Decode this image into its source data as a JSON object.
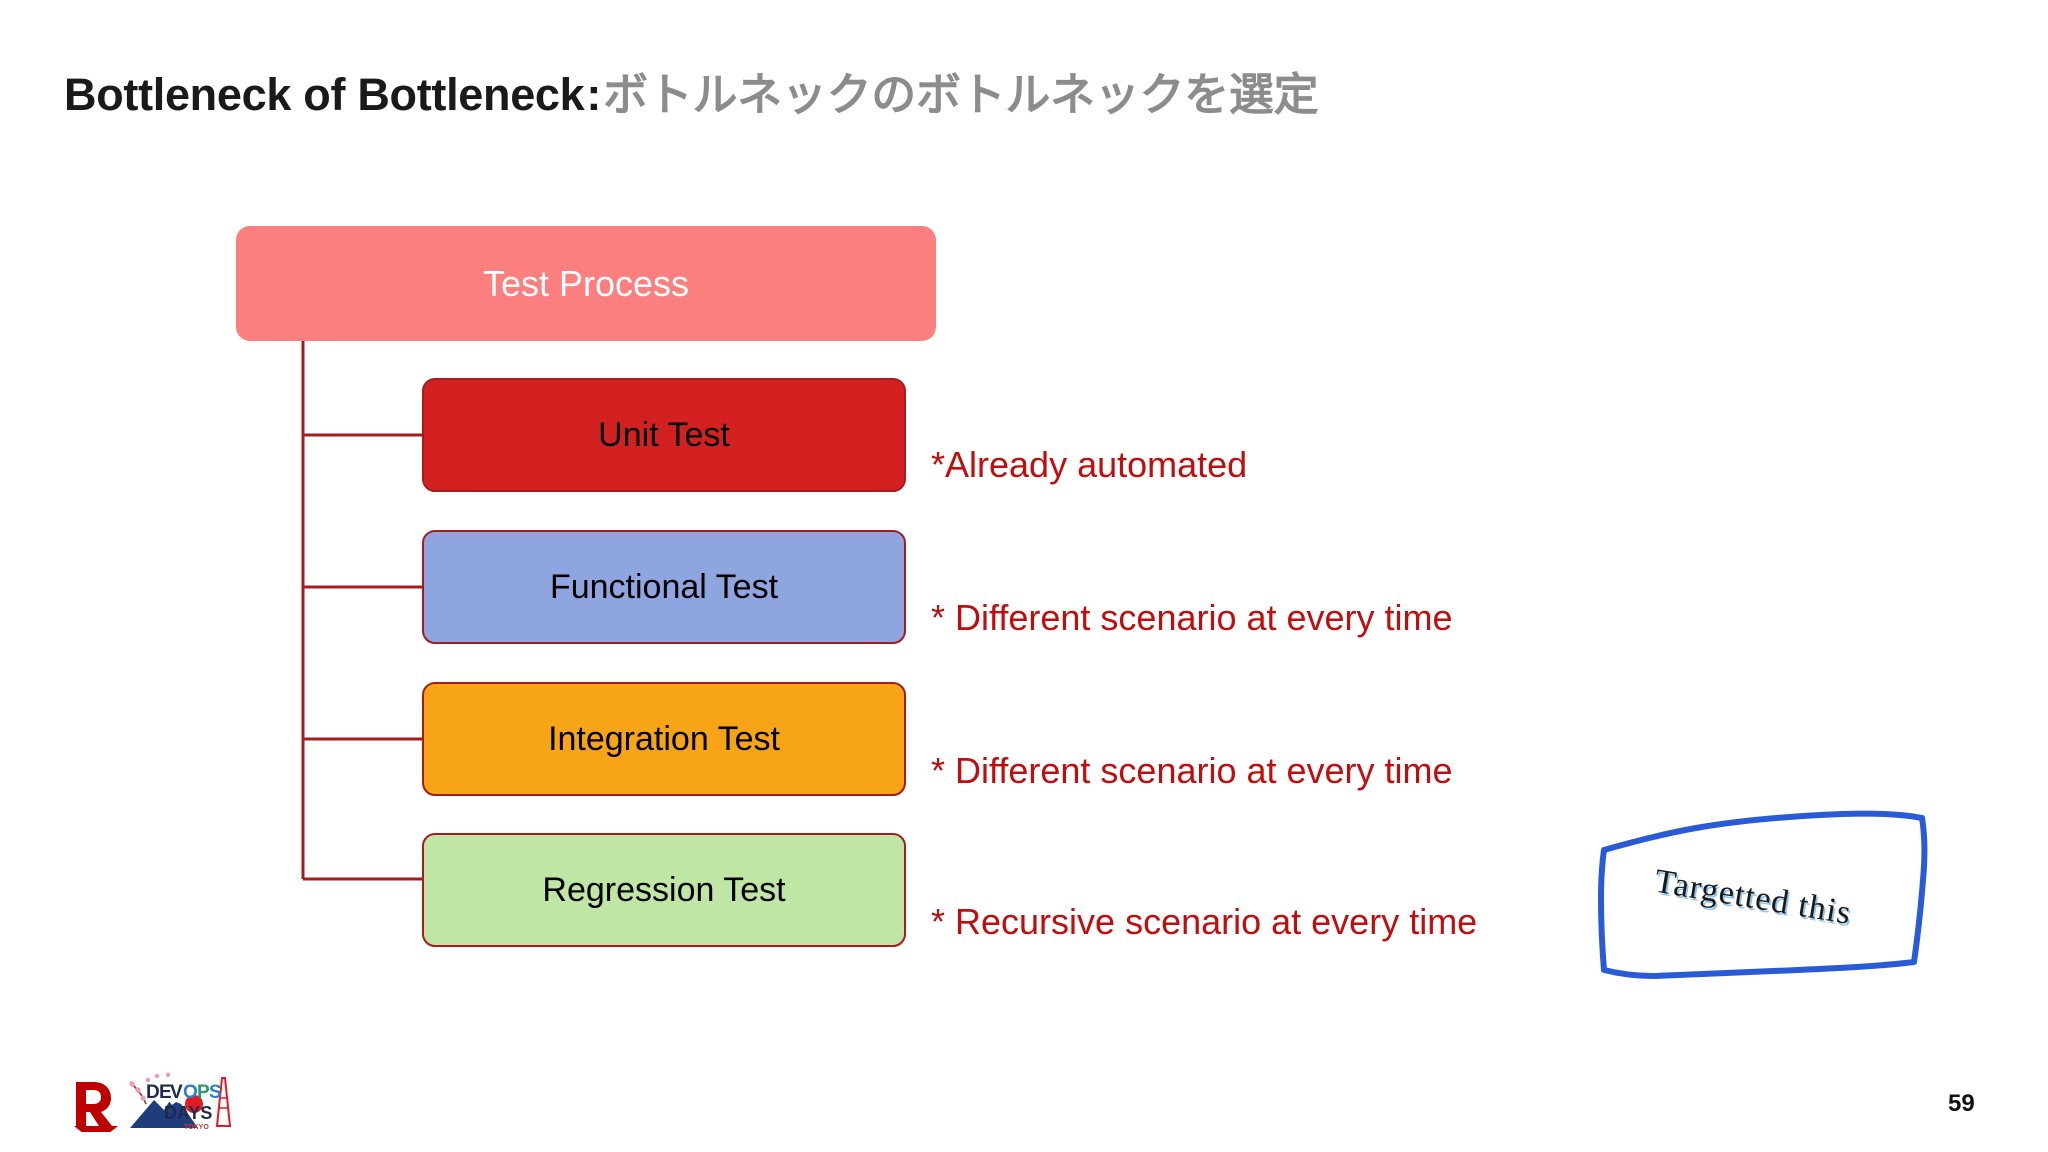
{
  "slide": {
    "title_en": "Bottleneck of Bottleneck",
    "title_separator": ":",
    "title_jp": "ボトルネックのボトルネックを選定",
    "page_number": "59",
    "colors": {
      "root_fill": "#fc7f7f",
      "unit_fill": "#d32020",
      "functional_fill": "#8fa5e0",
      "integration_fill": "#f7a416",
      "regression_fill": "#bfe6a5",
      "node_border": "#a61c1c",
      "annotation_text": "#c00d0d",
      "title_jp_text": "#8c8c8c",
      "callout_border": "#2a5bd7"
    }
  },
  "diagram": {
    "root": {
      "label": "Test Process",
      "icon": "process-box"
    },
    "children": [
      {
        "label": "Unit Test",
        "annotation": "*Already automated"
      },
      {
        "label": "Functional Test",
        "annotation": "* Different scenario at every time"
      },
      {
        "label": "Integration Test",
        "annotation": "* Different scenario at every time"
      },
      {
        "label": "Regression Test",
        "annotation": "* Recursive scenario at every time"
      }
    ]
  },
  "callout": {
    "text": "Targetted this"
  },
  "footer": {
    "rakuten_logo_alt": "R",
    "devops_logo_line1": "DEVOPS",
    "devops_logo_line2": "DAYS",
    "devops_logo_line3": "TOKYO"
  }
}
